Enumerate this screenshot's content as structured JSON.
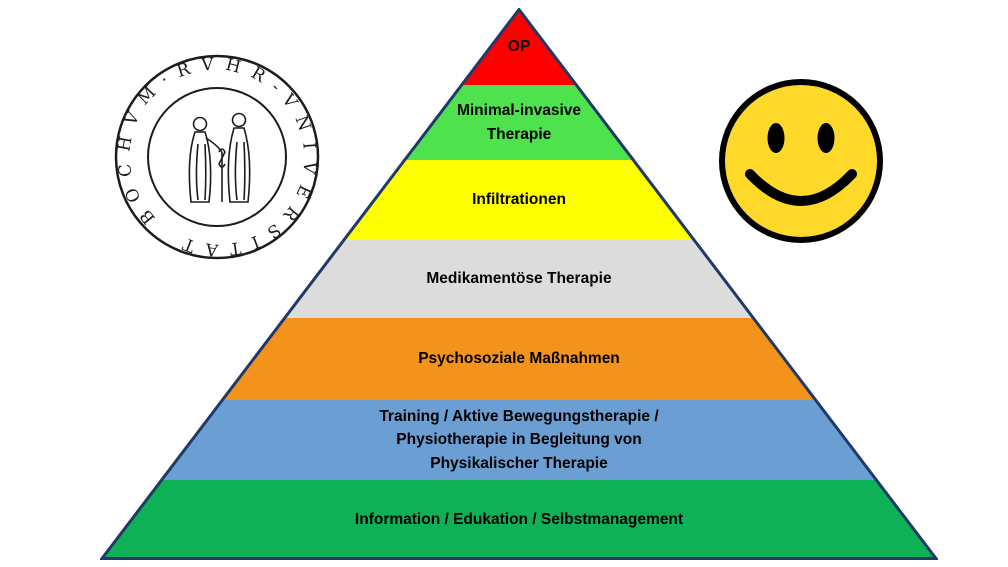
{
  "pyramid": {
    "outline_color": "#1f3a68",
    "levels": [
      {
        "label": "OP",
        "color": "#fe0000"
      },
      {
        "label": "Minimal-invasive\nTherapie",
        "color": "#4fe24f"
      },
      {
        "label": "Infiltrationen",
        "color": "#feff00"
      },
      {
        "label": "Medikamentöse Therapie",
        "color": "#dcdcdc"
      },
      {
        "label": "Psychosoziale Maßnahmen",
        "color": "#f3931b"
      },
      {
        "label": "Training / Aktive Bewegungstherapie /\nPhysiotherapie in Begleitung von\nPhysikalischer Therapie",
        "color": "#6b9fd4"
      },
      {
        "label": "Information / Edukation / Selbstmanagement",
        "color": "#0eb155"
      }
    ]
  },
  "seal": {
    "ring_text": "BOCHVM·RVHR-VNIVERSITAT",
    "ink_color": "#1c1c1c"
  },
  "smiley": {
    "face_color": "#ffd92a",
    "outline_color": "#000000"
  }
}
